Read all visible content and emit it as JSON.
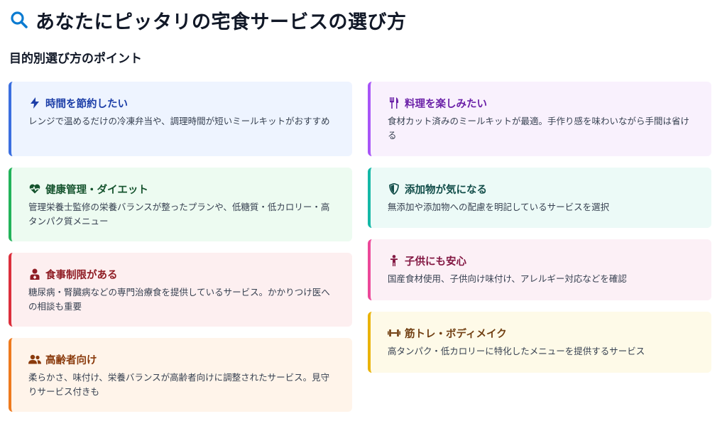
{
  "header": {
    "title": "あなたにピッタリの宅食サービスの選び方",
    "icon": "search-icon",
    "icon_color": "#0b7bd1"
  },
  "section": {
    "title": "目的別選び方のポイント"
  },
  "cards_left": [
    {
      "key": "time",
      "icon": "lightning-icon",
      "title": "時間を節約したい",
      "desc": "レンジで温めるだけの冷凍弁当や、調理時間が短いミールキットがおすすめ",
      "bg": "#eef4ff",
      "accent": "#3b6fe0",
      "title_color": "#1d3fa8"
    },
    {
      "key": "health",
      "icon": "heart-pulse-icon",
      "title": "健康管理・ダイエット",
      "desc": "管理栄養士監修の栄養バランスが整ったプランや、低糖質・低カロリー・高タンパク質メニュー",
      "bg": "#edfbf1",
      "accent": "#22b35a",
      "title_color": "#14532d"
    },
    {
      "key": "diet-restriction",
      "icon": "doctor-icon",
      "title": "食事制限がある",
      "desc": "糖尿病・腎臓病などの専門治療食を提供しているサービス。かかりつけ医への相談も重要",
      "bg": "#fdeff0",
      "accent": "#dc2f3c",
      "title_color": "#8f1c24"
    },
    {
      "key": "elderly",
      "icon": "users-icon",
      "title": "高齢者向け",
      "desc": "柔らかさ、味付け、栄養バランスが高齢者向けに調整されたサービス。見守りサービス付きも",
      "bg": "#fff4ea",
      "accent": "#ee7a1e",
      "title_color": "#8a3a0c"
    }
  ],
  "cards_right": [
    {
      "key": "cooking",
      "icon": "utensils-icon",
      "title": "料理を楽しみたい",
      "desc": "食材カット済みのミールキットが最適。手作り感を味わいながら手間は省ける",
      "bg": "#f9f1fd",
      "accent": "#a855f7",
      "title_color": "#6b21a8"
    },
    {
      "key": "additives",
      "icon": "shield-icon",
      "title": "添加物が気になる",
      "desc": "無添加や添加物への配慮を明記しているサービスを選択",
      "bg": "#ecfaf7",
      "accent": "#14b8a6",
      "title_color": "#134e4a"
    },
    {
      "key": "kids",
      "icon": "child-icon",
      "title": "子供にも安心",
      "desc": "国産食材使用、子供向け味付け、アレルギー対応などを確認",
      "bg": "#fcf0f6",
      "accent": "#ec4899",
      "title_color": "#831843"
    },
    {
      "key": "fitness",
      "icon": "dumbbell-icon",
      "title": "筋トレ・ボディメイク",
      "desc": "高タンパク・低カロリーに特化したメニューを提供するサービス",
      "bg": "#fefae8",
      "accent": "#eab308",
      "title_color": "#713f12"
    }
  ]
}
